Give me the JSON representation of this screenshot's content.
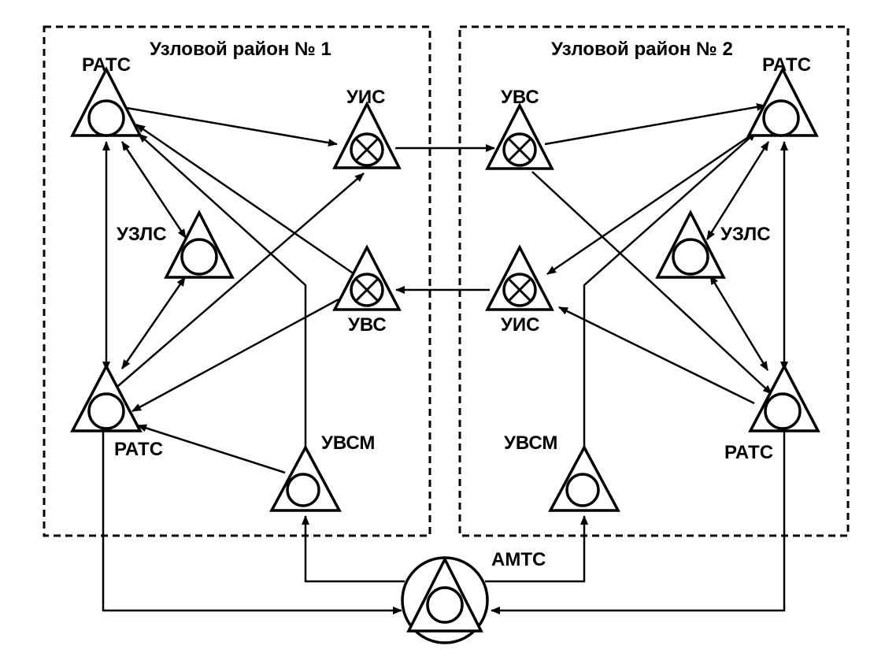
{
  "district1": {
    "title": "Узловой район № 1"
  },
  "district2": {
    "title": "Узловой район № 2"
  },
  "nodes": {
    "d1_rats_top": "РАТС",
    "d1_uis": "УИС",
    "d1_uzls": "УЗЛС",
    "d1_uvs": "УВС",
    "d1_rats_bottom": "РАТС",
    "d1_uvsm": "УВСМ",
    "d2_uvs": "УВС",
    "d2_rats_top": "РАТС",
    "d2_uzls": "УЗЛС",
    "d2_uis": "УИС",
    "d2_rats_bottom": "РАТС",
    "d2_uvsm": "УВСМ",
    "amts": "АМТС"
  }
}
